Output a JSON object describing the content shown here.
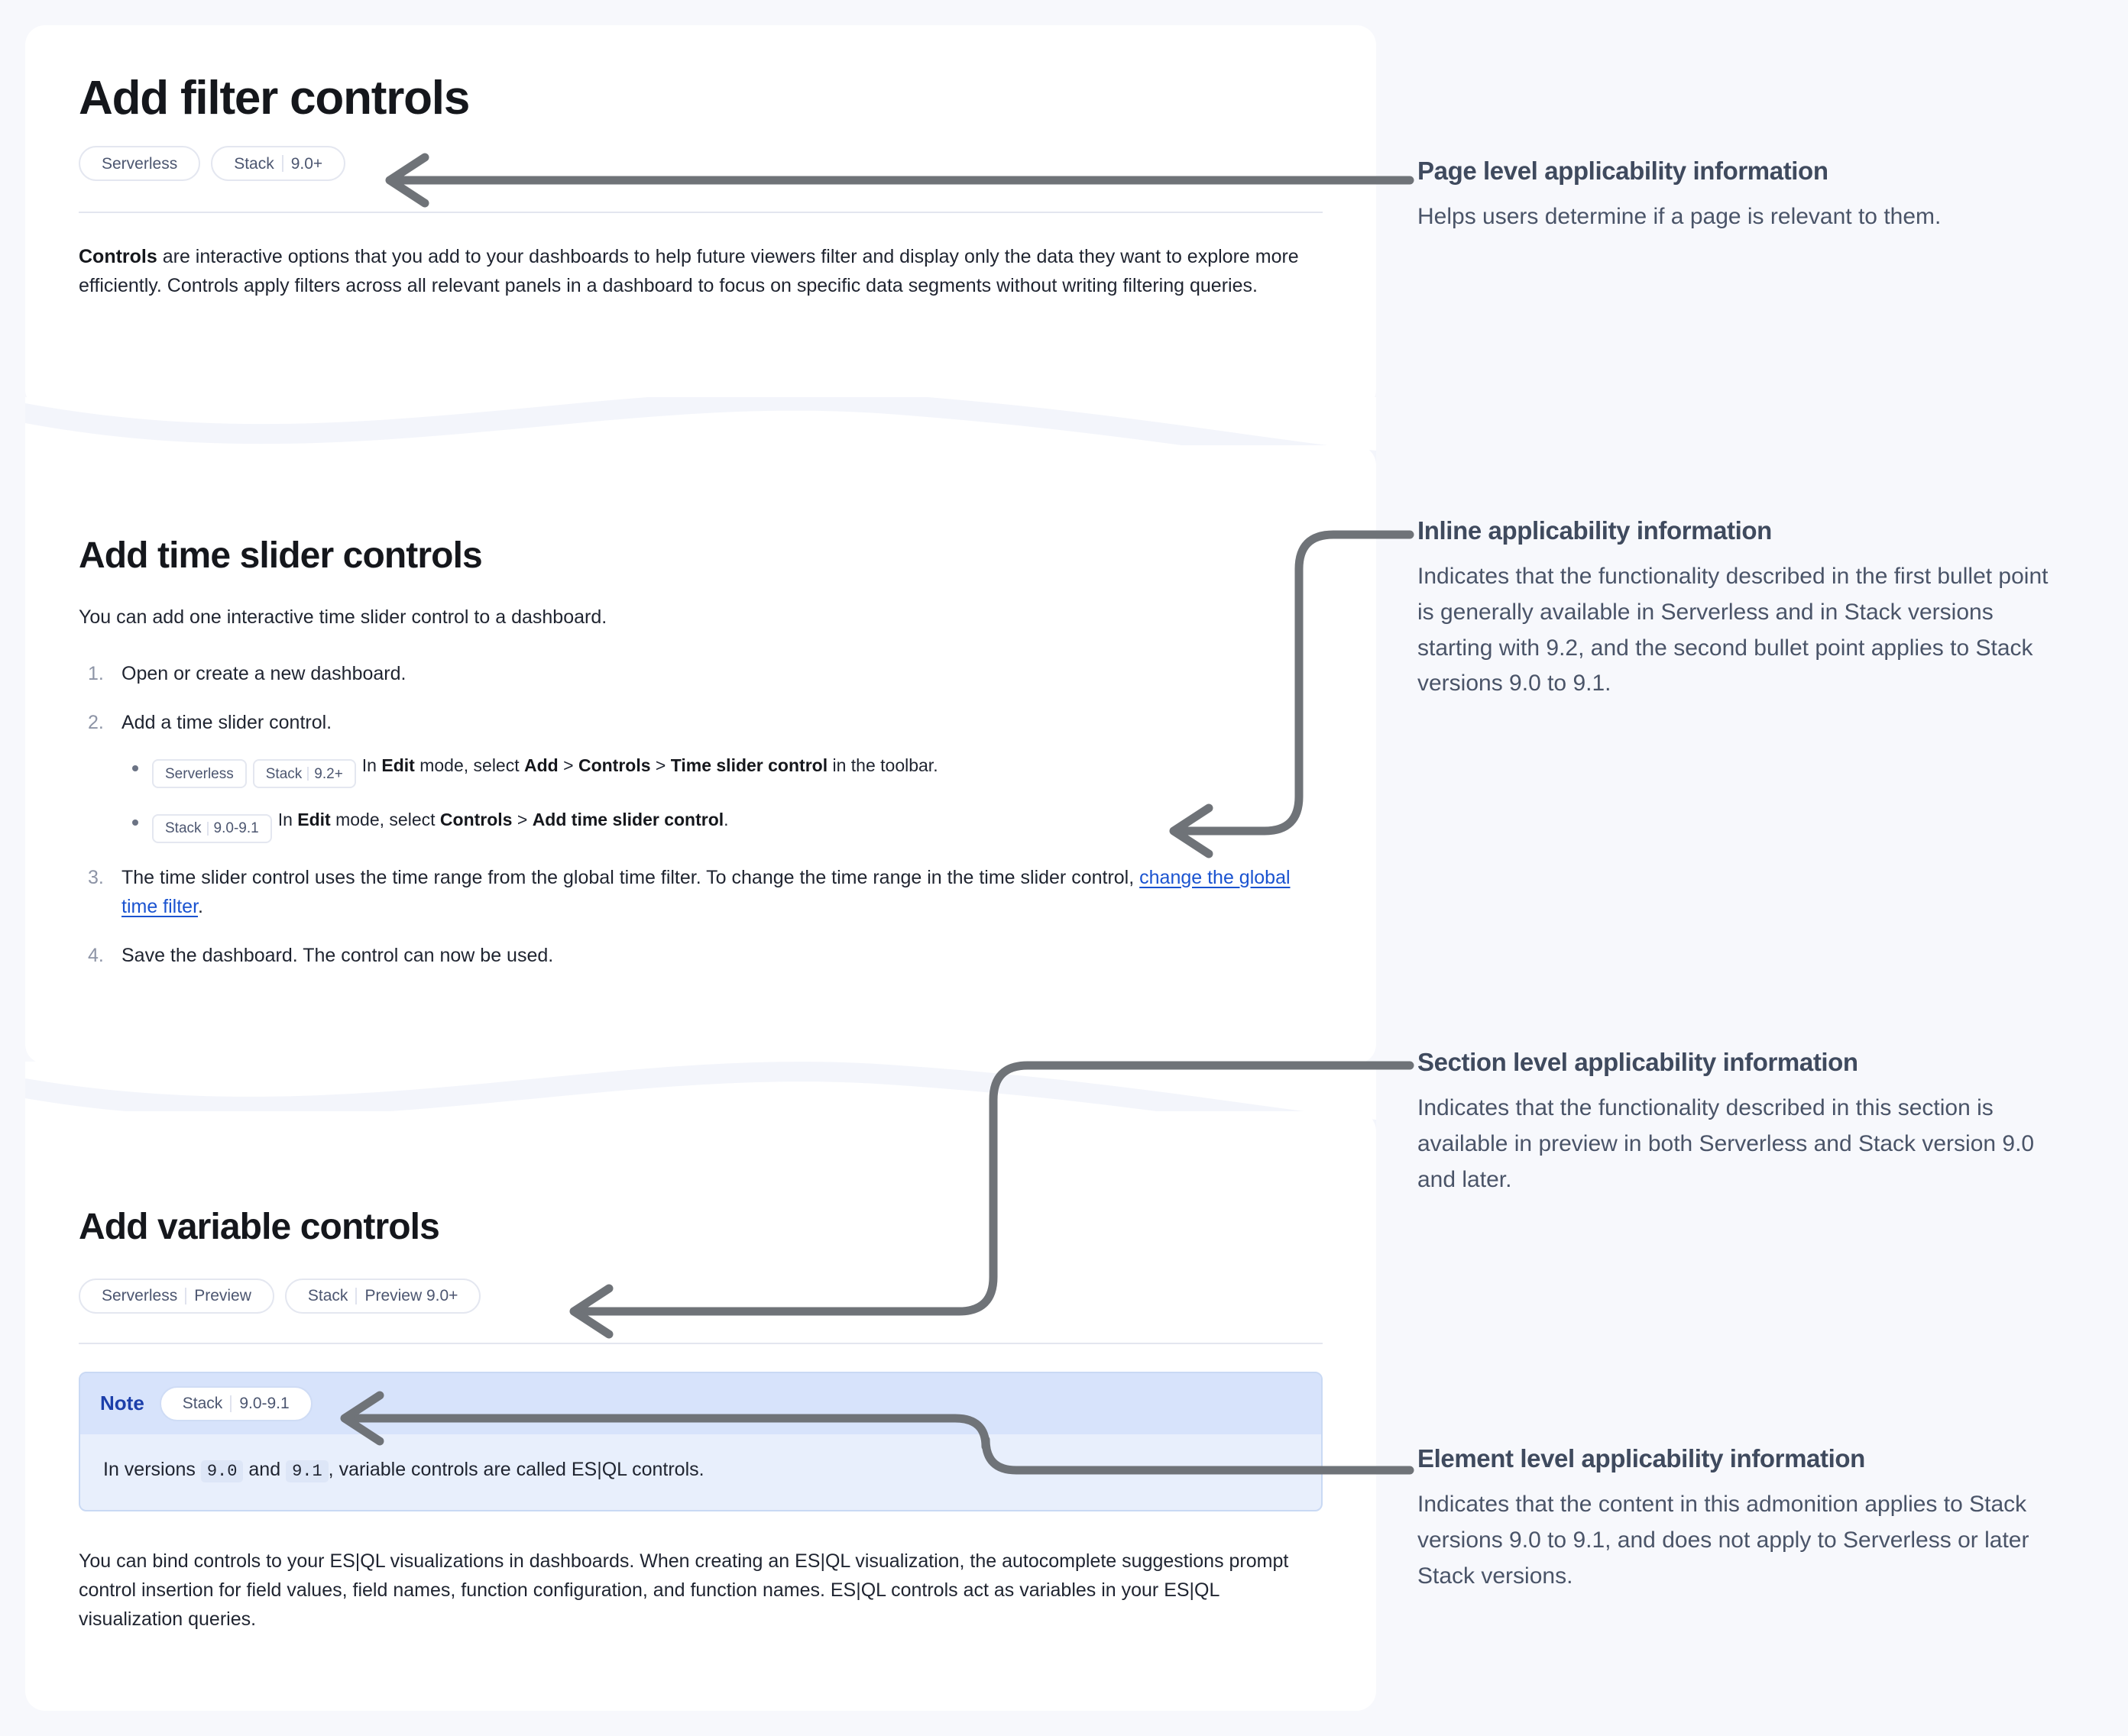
{
  "document": {
    "page_title": "Add filter controls",
    "page_badges": [
      {
        "segments": [
          "Serverless"
        ]
      },
      {
        "segments": [
          "Stack",
          "9.0+"
        ]
      }
    ],
    "intro": {
      "lead": "Controls",
      "rest": " are interactive options that you add to your dashboards to help future viewers filter and display only the data they want to explore more efficiently. Controls apply filters across all relevant panels in a dashboard to focus on specific data segments without writing filtering queries."
    },
    "section_time_slider": {
      "title": "Add time slider controls",
      "intro": "You can add one interactive time slider control to a dashboard.",
      "steps": [
        {
          "text": "Open or create a new dashboard."
        },
        {
          "text": "Add a time slider control.",
          "sub_items": [
            {
              "badges": [
                {
                  "segments": [
                    "Serverless"
                  ]
                },
                {
                  "segments": [
                    "Stack",
                    "9.2+"
                  ]
                }
              ],
              "parts": [
                {
                  "t": "In ",
                  "b": false
                },
                {
                  "t": "Edit",
                  "b": true
                },
                {
                  "t": " mode, select ",
                  "b": false
                },
                {
                  "t": "Add",
                  "b": true
                },
                {
                  "t": " > ",
                  "b": false
                },
                {
                  "t": "Controls",
                  "b": true
                },
                {
                  "t": " > ",
                  "b": false
                },
                {
                  "t": "Time slider control",
                  "b": true
                },
                {
                  "t": " in the toolbar.",
                  "b": false
                }
              ]
            },
            {
              "badges": [
                {
                  "segments": [
                    "Stack",
                    "9.0-9.1"
                  ]
                }
              ],
              "parts": [
                {
                  "t": "In ",
                  "b": false
                },
                {
                  "t": "Edit",
                  "b": true
                },
                {
                  "t": " mode, select ",
                  "b": false
                },
                {
                  "t": "Controls",
                  "b": true
                },
                {
                  "t": " > ",
                  "b": false
                },
                {
                  "t": "Add time slider control",
                  "b": true
                },
                {
                  "t": ".",
                  "b": false
                }
              ]
            }
          ]
        },
        {
          "text_before_link": "The time slider control uses the time range from the global time filter. To change the time range in the time slider control, ",
          "link_text": "change the global time filter",
          "text_after_link": "."
        },
        {
          "text": "Save the dashboard. The control can now be used."
        }
      ]
    },
    "section_variable": {
      "title": "Add variable controls",
      "badges": [
        {
          "segments": [
            "Serverless",
            "Preview"
          ]
        },
        {
          "segments": [
            "Stack",
            "Preview 9.0+"
          ]
        }
      ],
      "note": {
        "label": "Note",
        "badge": {
          "segments": [
            "Stack",
            "9.0-9.1"
          ]
        },
        "body_parts": [
          {
            "t": "In versions ",
            "code": false
          },
          {
            "t": "9.0",
            "code": true
          },
          {
            "t": " and ",
            "code": false
          },
          {
            "t": "9.1",
            "code": true
          },
          {
            "t": ", variable controls are called ES|QL controls.",
            "code": false
          }
        ]
      },
      "paragraph": "You can bind controls to your ES|QL visualizations in dashboards. When creating an ES|QL visualization, the autocomplete suggestions prompt control insertion for field values, field names, function configuration, and function names. ES|QL controls act as variables in your ES|QL visualization queries."
    }
  },
  "annotations": [
    {
      "title": "Page level applicability information",
      "body": "Helps users determine if a page is relevant to them."
    },
    {
      "title": "Inline applicability information",
      "body": "Indicates that the functionality described in the first bullet point is generally available in Serverless and in Stack versions starting with 9.2, and the second bullet point applies to Stack versions 9.0 to 9.1."
    },
    {
      "title": "Section level applicability information",
      "body": "Indicates that the functionality described in this section is available in preview in both Serverless and Stack version 9.0 and later."
    },
    {
      "title": "Element level applicability information",
      "body": "Indicates that the content in this admonition applies to Stack versions 9.0 to 9.1, and does not apply to Serverless or later Stack versions."
    }
  ],
  "colors": {
    "page_background": "#f7f8fc",
    "card_background": "#ffffff",
    "connector": "#6f7378",
    "link": "#1a53d0",
    "note_border": "#c9d9f4",
    "note_header": "#d7e3fb",
    "note_body": "#e8effc",
    "note_label": "#1c3faa",
    "badge_text": "#4c5670",
    "annotation_title": "#3f4a5e",
    "annotation_body": "#4a5468"
  }
}
